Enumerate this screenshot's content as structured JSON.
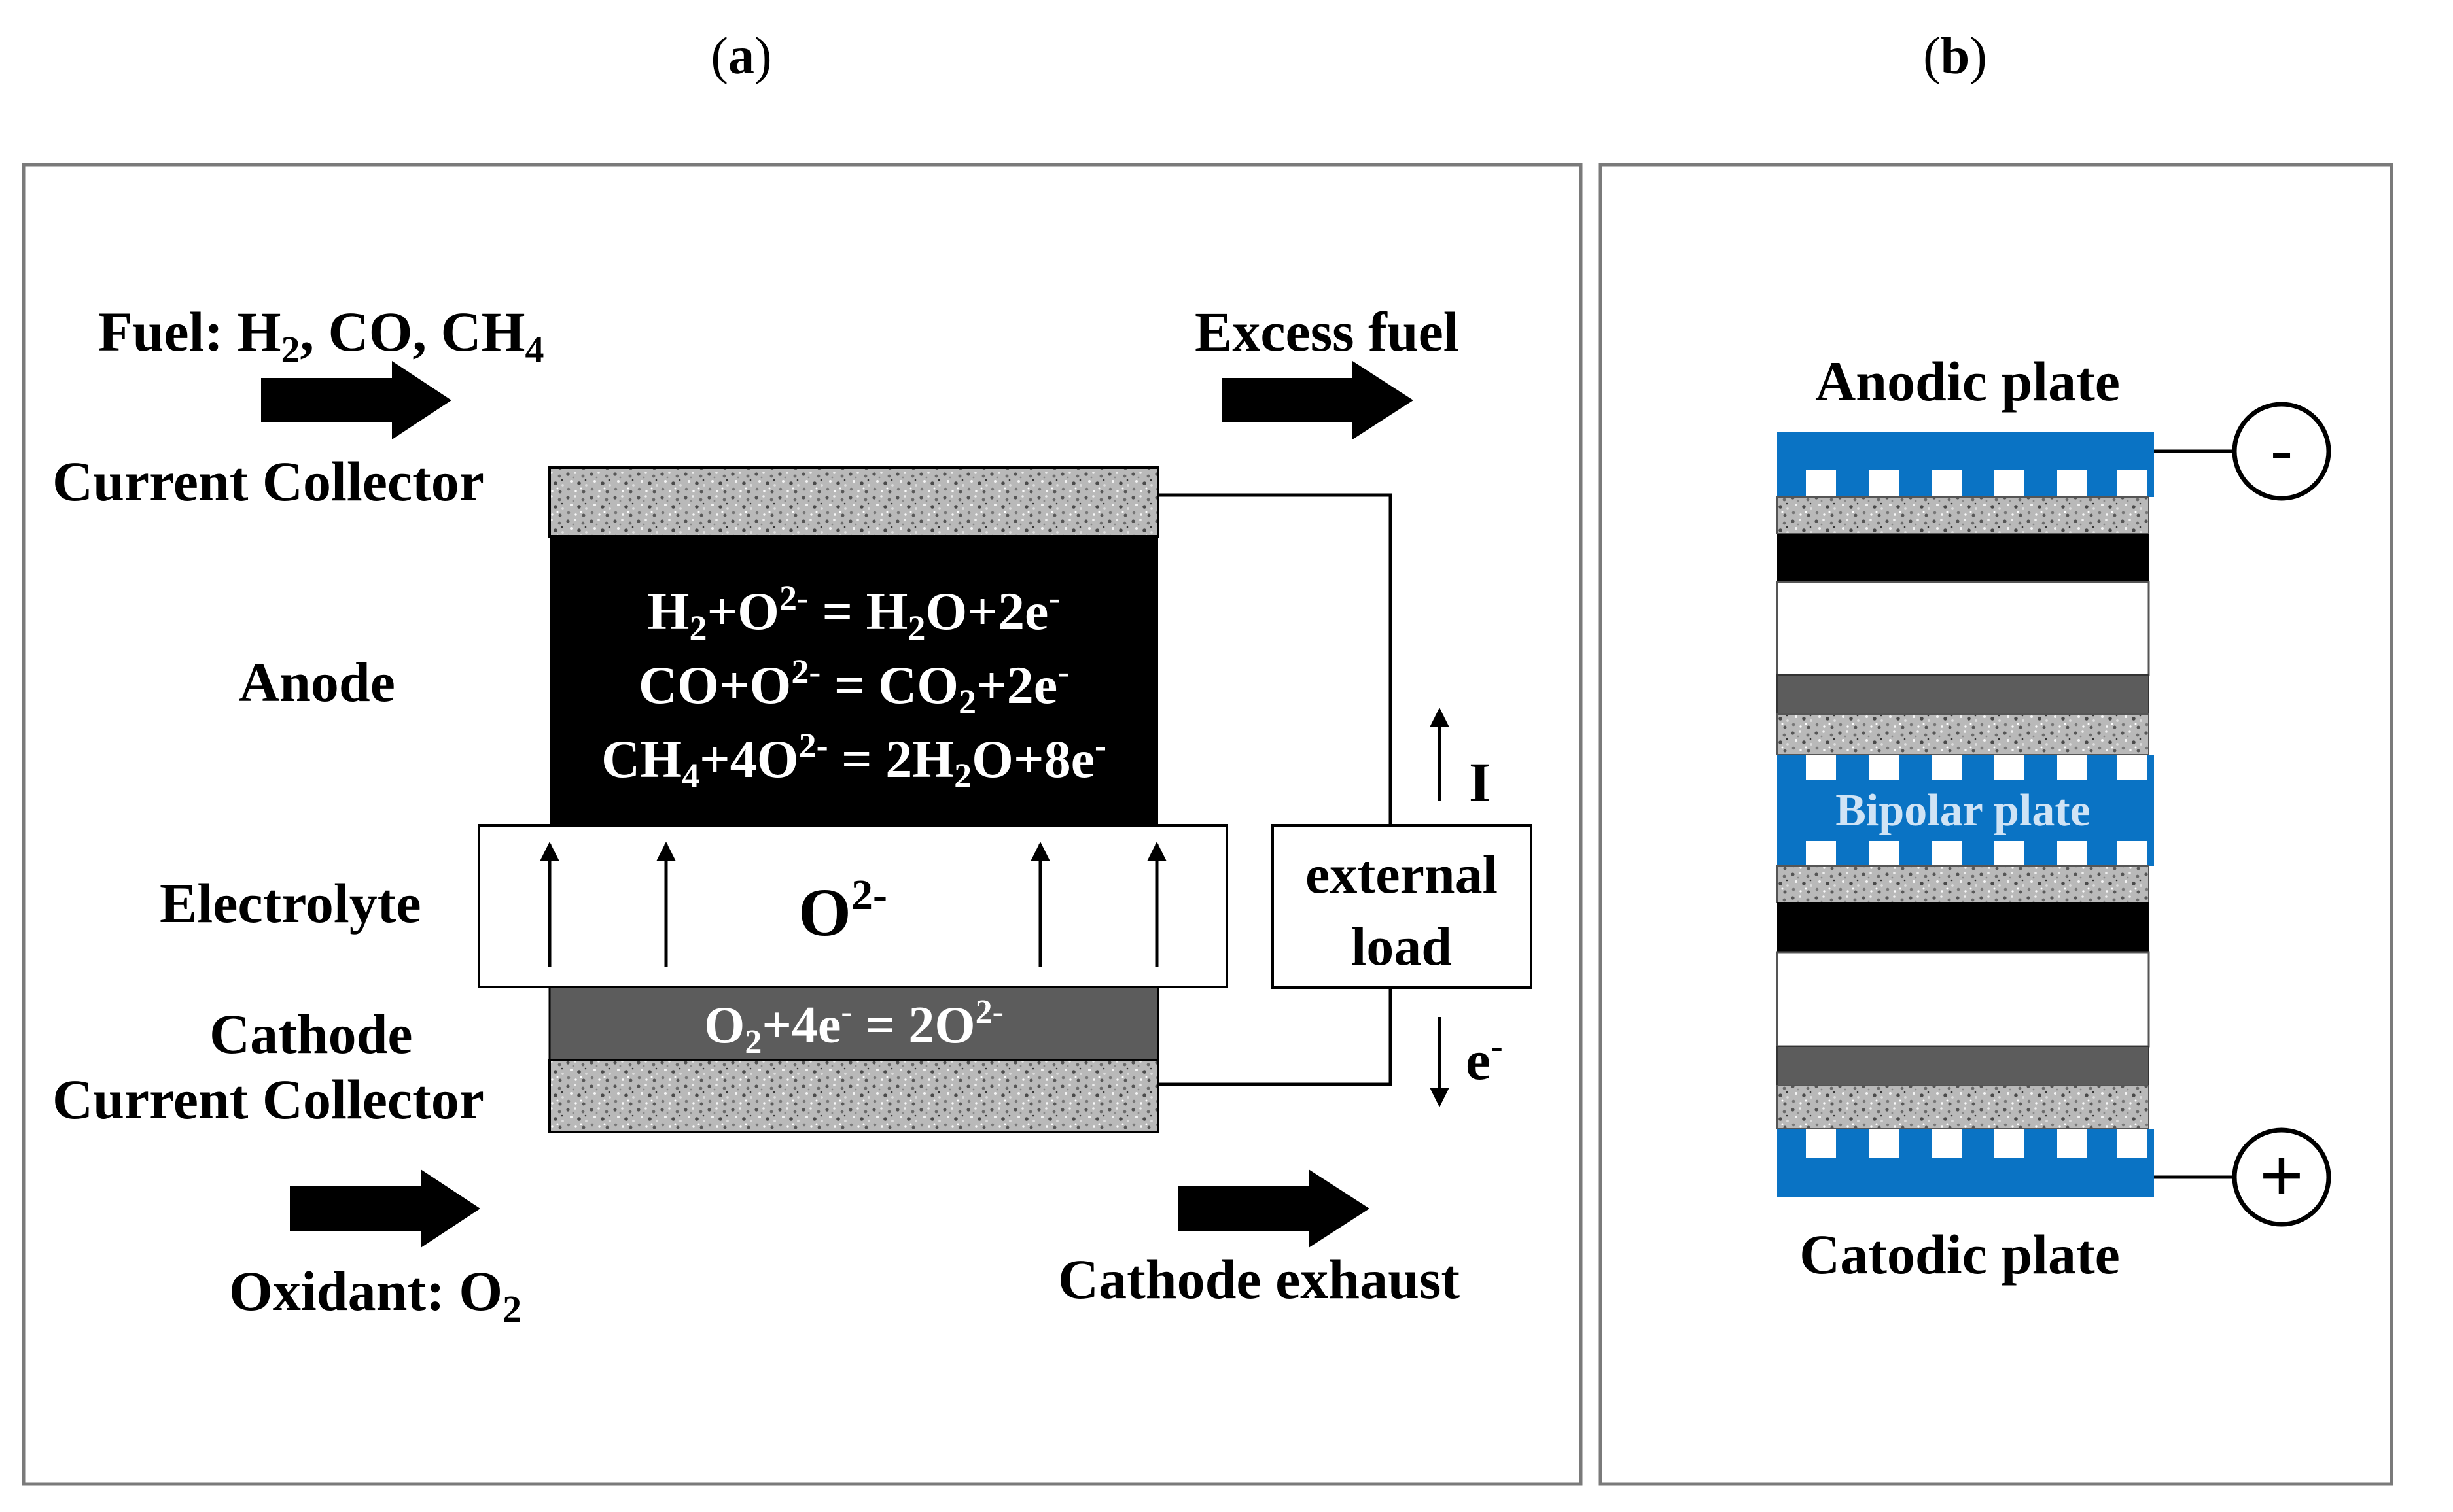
{
  "panel_a": {
    "caption": {
      "open": "(",
      "letter": "a",
      "close": ")"
    },
    "fuel": {
      "prefix": "Fuel: H",
      "sub1": "2",
      "mid": ", CO, CH",
      "sub2": "4"
    },
    "excess_fuel": "Excess fuel",
    "current_collector_top": "Current Collector",
    "anode": "Anode",
    "electrolyte": "Electrolyte",
    "cathode": "Cathode",
    "current_collector_bottom": "Current Collector",
    "oxidant": {
      "prefix": "Oxidant: O",
      "sub": "2"
    },
    "cathode_exhaust": "Cathode exhaust",
    "anode_reactions": [
      {
        "a": "H",
        "a_sub": "2",
        "b": "+O",
        "b_sup": "2-",
        "c": " = H",
        "c_sub": "2",
        "d": "O+2e",
        "d_sup": "-"
      },
      {
        "a": "CO+O",
        "a_sup": "2-",
        "b": " = CO",
        "b_sub": "2",
        "c": "+2e",
        "c_sup": "-"
      },
      {
        "a": "CH",
        "a_sub": "4",
        "b": "+4O",
        "b_sup": "2-",
        "c": " = 2H",
        "c_sub": "2",
        "d": "O+8e",
        "d_sup": "-"
      }
    ],
    "ion": {
      "base": "O",
      "sup": "2-"
    },
    "cathode_reaction": {
      "a": "O",
      "a_sub": "2",
      "b": "+4e",
      "b_sup": "-",
      "c": " = 2O",
      "c_sup": "2-"
    },
    "external_load": {
      "line1": "external",
      "line2": "load"
    },
    "current_label": "I",
    "electron_label": {
      "base": "e",
      "sup": "-"
    }
  },
  "panel_b": {
    "caption": {
      "open": "(",
      "letter": "b",
      "close": ")"
    },
    "anodic_plate": "Anodic plate",
    "bipolar_plate": "Bipolar plate",
    "catodic_plate": "Catodic plate",
    "minus": "-",
    "plus": "+"
  },
  "colors": {
    "plate_blue": "#0a73c4",
    "cathode_gray": "#5c5c5c",
    "anode_black": "#000000",
    "collector_gray": "#b8b8b8"
  }
}
